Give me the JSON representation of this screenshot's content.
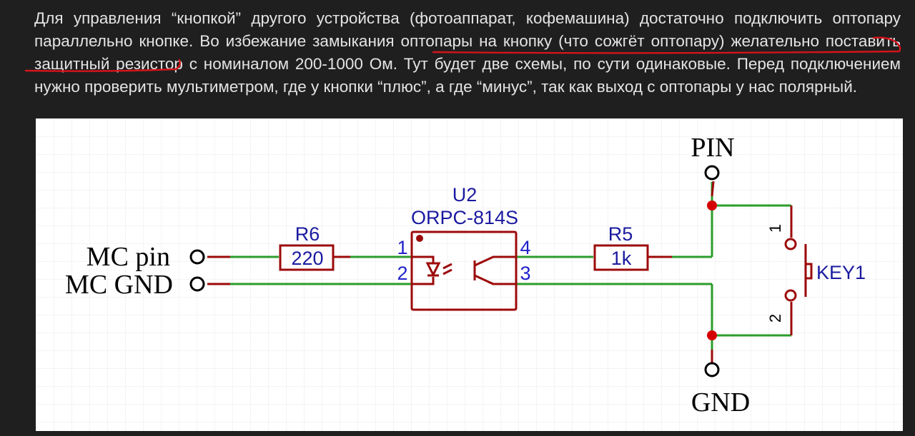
{
  "paragraph": {
    "part1": "Для управления “кнопкой” другого устройства (фотоаппарат, кофемашина) достаточно подключить оптопару параллельно кнопке. ",
    "highlight": "Во избежание замыкания оптопары на кнопку (что сожгёт оптопару)",
    "part2": " желательно поставить защитный резистор с номиналом 200-1000 Ом. Тут будет две схемы, по сути одинаковые. Перед подключением нужно проверить мультиметром, где у кнопки “плюс”, а где “минус”, так как выход с оптопары у нас полярный."
  },
  "underline_color": "#d4141a",
  "schematic": {
    "mc_pin": "MC pin",
    "mc_gnd": "MC GND",
    "r6_label": "R6",
    "r6_value": "220",
    "u2_label": "U2",
    "u2_part": "ORPC-814S",
    "pin1": "1",
    "pin2": "2",
    "pin3": "3",
    "pin4": "4",
    "r5_label": "R5",
    "r5_value": "1k",
    "pin_net": "PIN",
    "gnd_net": "GND",
    "key_label": "KEY1",
    "key_pin1": "1",
    "key_pin2": "2",
    "colors": {
      "wire": "#2b9d2b",
      "component": "#9c0a0a",
      "pin_number": "#2222cc",
      "label": "#000000",
      "grid": "#e6e6e6"
    }
  }
}
